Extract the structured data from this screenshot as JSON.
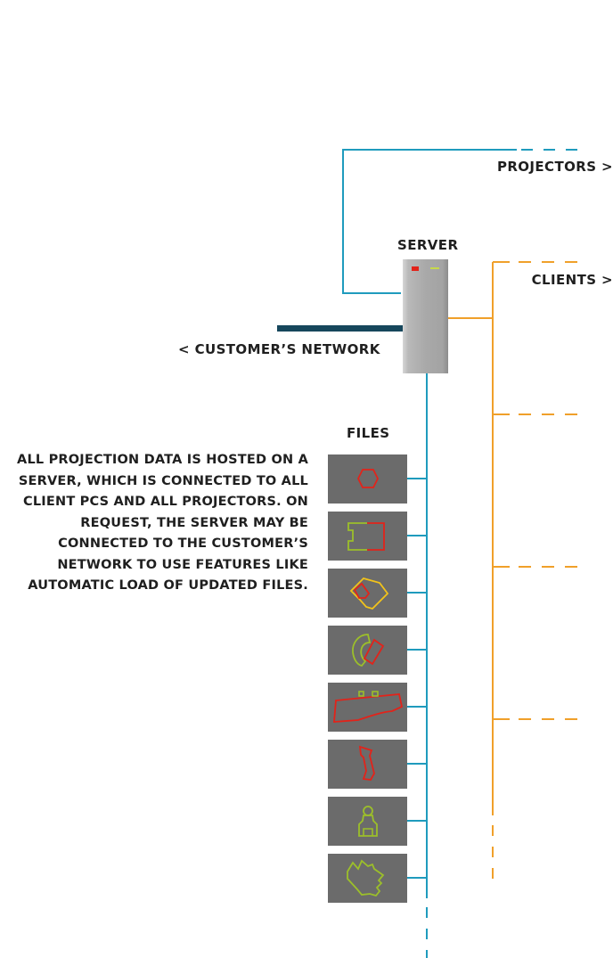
{
  "labels": {
    "projectors": "PROJECTORS >",
    "clients": "CLIENTS >",
    "server": "SERVER",
    "network": "< CUSTOMER’S NETWORK",
    "files": "FILES"
  },
  "description": "ALL PROJECTION DATA IS HOSTED ON A SERVER, WHICH IS CONNECTED TO ALL CLIENT PCS AND ALL PROJECTORS. ON REQUEST, THE SERVER MAY BE CONNECTED TO THE CUSTOMER’S NETWORK TO USE FEATURES LIKE AUTOMATIC LOAD OF UPDATED FILES.",
  "colors": {
    "projector_line": "#1f9bbd",
    "client_line": "#f0a02a",
    "network_bar": "#16475c",
    "file_tile": "#6b6b6b",
    "shape_red": "#e2231a",
    "shape_green": "#9cbf2a",
    "shape_yellow": "#f2c31a",
    "server_body": "#a9a9a9"
  },
  "files": [
    {
      "icon": "hexagon-icon"
    },
    {
      "icon": "clamp-shape-icon"
    },
    {
      "icon": "shield-shape-icon"
    },
    {
      "icon": "hook-shape-icon"
    },
    {
      "icon": "panel-shape-icon"
    },
    {
      "icon": "bracket-shape-icon"
    },
    {
      "icon": "figure-shape-icon"
    },
    {
      "icon": "zigzag-shape-icon"
    }
  ]
}
